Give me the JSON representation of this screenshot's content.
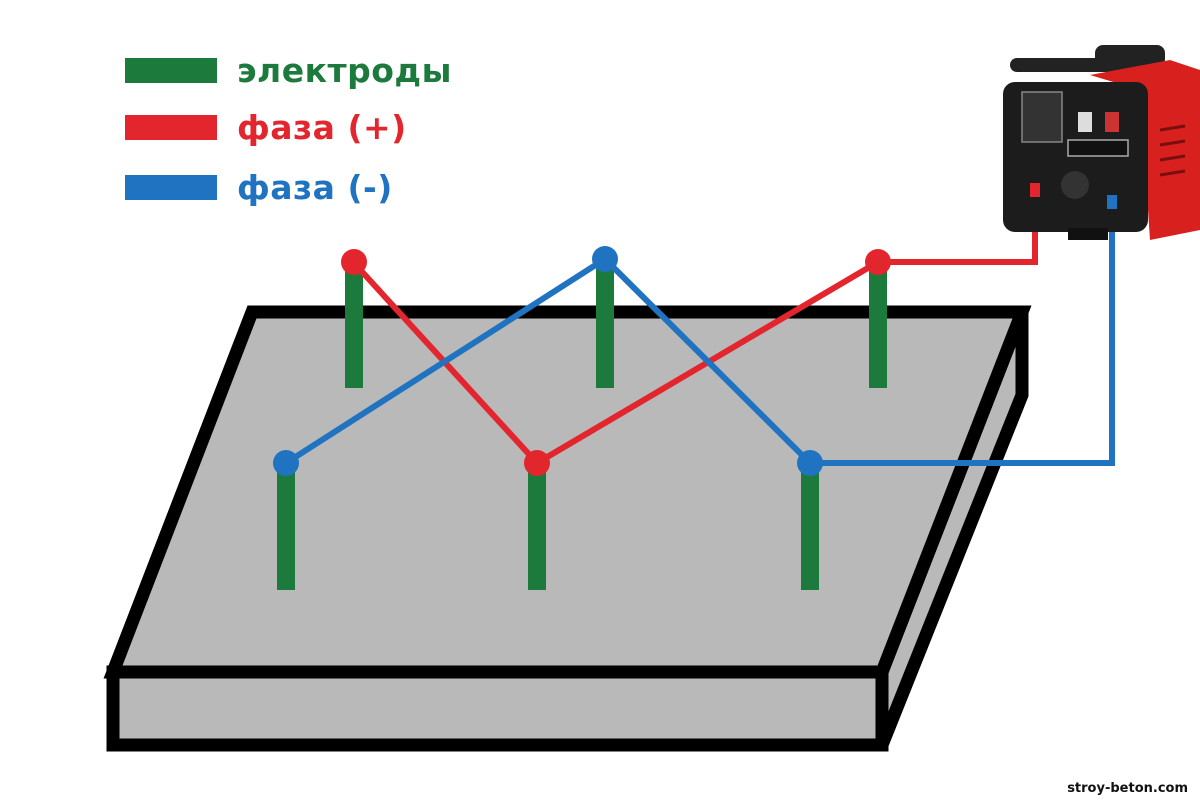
{
  "legend": [
    {
      "label": "электроды",
      "color": "#1b7a3c"
    },
    {
      "label": "фаза (+)",
      "color": "#e3262e"
    },
    {
      "label": "фаза (-)",
      "color": "#1f73c1"
    }
  ],
  "colors": {
    "slab": "#b9b9b9",
    "outline": "#000000",
    "welder_body": "#d8211f"
  },
  "icons": {
    "welder": "welding-machine-icon"
  },
  "watermark": "stroy-beton.com"
}
